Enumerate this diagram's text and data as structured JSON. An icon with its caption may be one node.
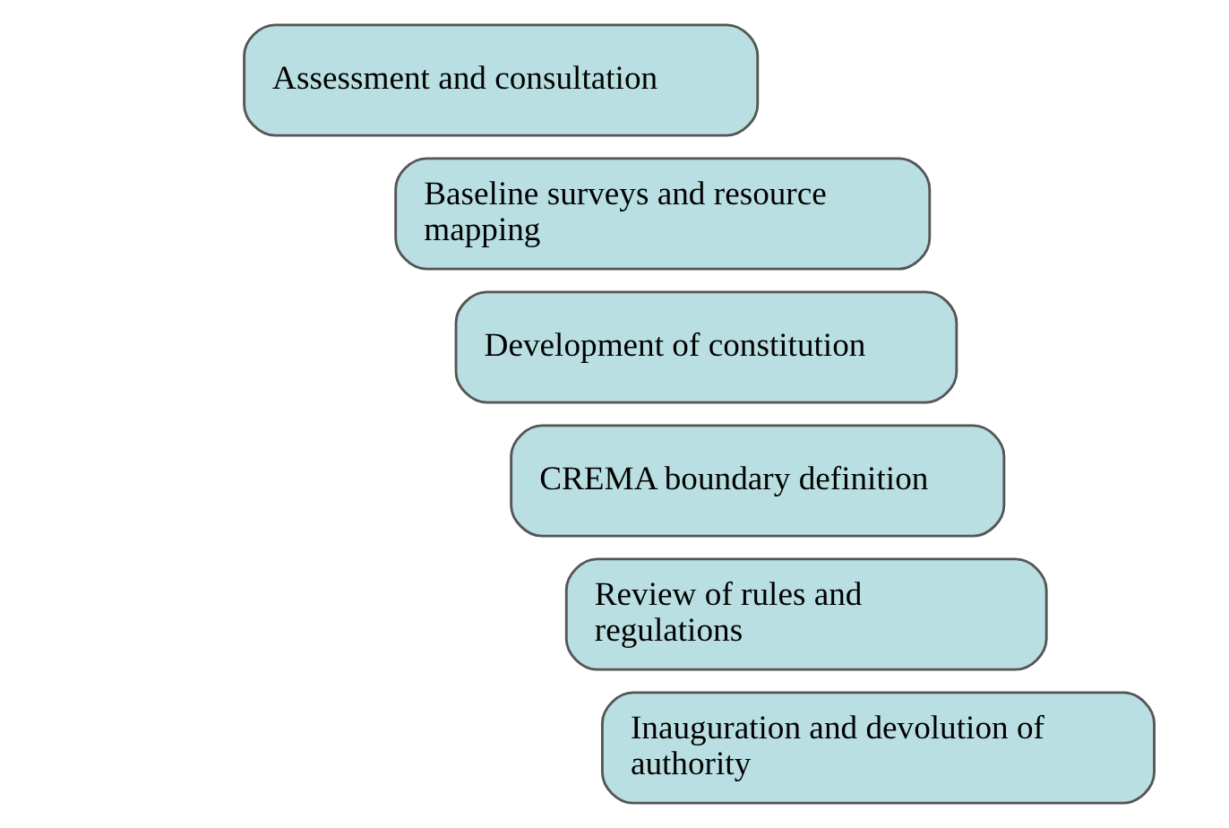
{
  "diagram": {
    "nodes": [
      {
        "text": [
          "Assessment and consultation"
        ]
      },
      {
        "text": [
          "Baseline surveys and resource mapping"
        ]
      },
      {
        "text": [
          "Development of constitution"
        ]
      },
      {
        "text": [
          "CREMA boundary definition"
        ]
      },
      {
        "text": [
          "Review of rules and regulations"
        ]
      },
      {
        "text": [
          "Inauguration and devolution of authority"
        ]
      }
    ]
  }
}
